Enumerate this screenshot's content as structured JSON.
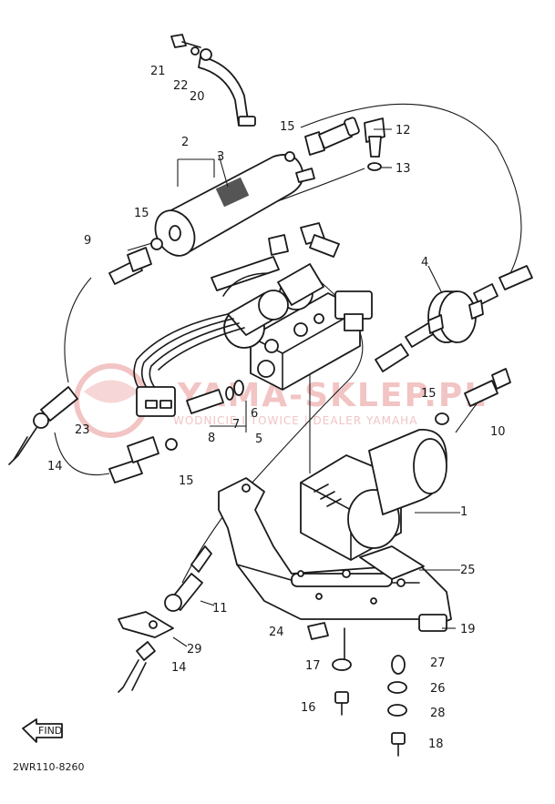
{
  "diagram": {
    "drawing_code": "2WR110-8260",
    "find_label": "FIND",
    "watermark": {
      "brand": "YAMA-SKLEP.PL",
      "subtitle": "WODNICIE I TOWICE | DEALER YAMAHA"
    },
    "callouts": [
      "1",
      "2",
      "3",
      "4",
      "5",
      "6",
      "7",
      "8",
      "9",
      "10",
      "11",
      "12",
      "13",
      "14",
      "14",
      "15",
      "15",
      "15",
      "15",
      "16",
      "17",
      "18",
      "19",
      "20",
      "21",
      "22",
      "23",
      "24",
      "25",
      "26",
      "27",
      "28",
      "29"
    ],
    "colors": {
      "line": "#1a1a1a",
      "watermark": "#f2c4c4"
    }
  }
}
